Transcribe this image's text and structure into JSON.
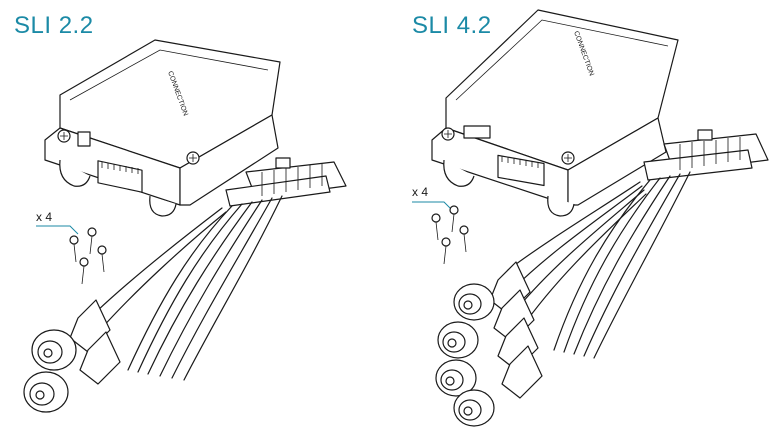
{
  "colors": {
    "title": "#1b8aa6",
    "ink": "#1a1a1a",
    "accent_line": "#1b8aa6",
    "background": "#ffffff"
  },
  "products": [
    {
      "title": "SLI 2.2",
      "quantity_label": "x 4",
      "logo_text": "CONNECTION",
      "rca_pairs": 2
    },
    {
      "title": "SLI 4.2",
      "quantity_label": "x 4",
      "logo_text": "CONNECTION",
      "rca_pairs": 4
    }
  ]
}
